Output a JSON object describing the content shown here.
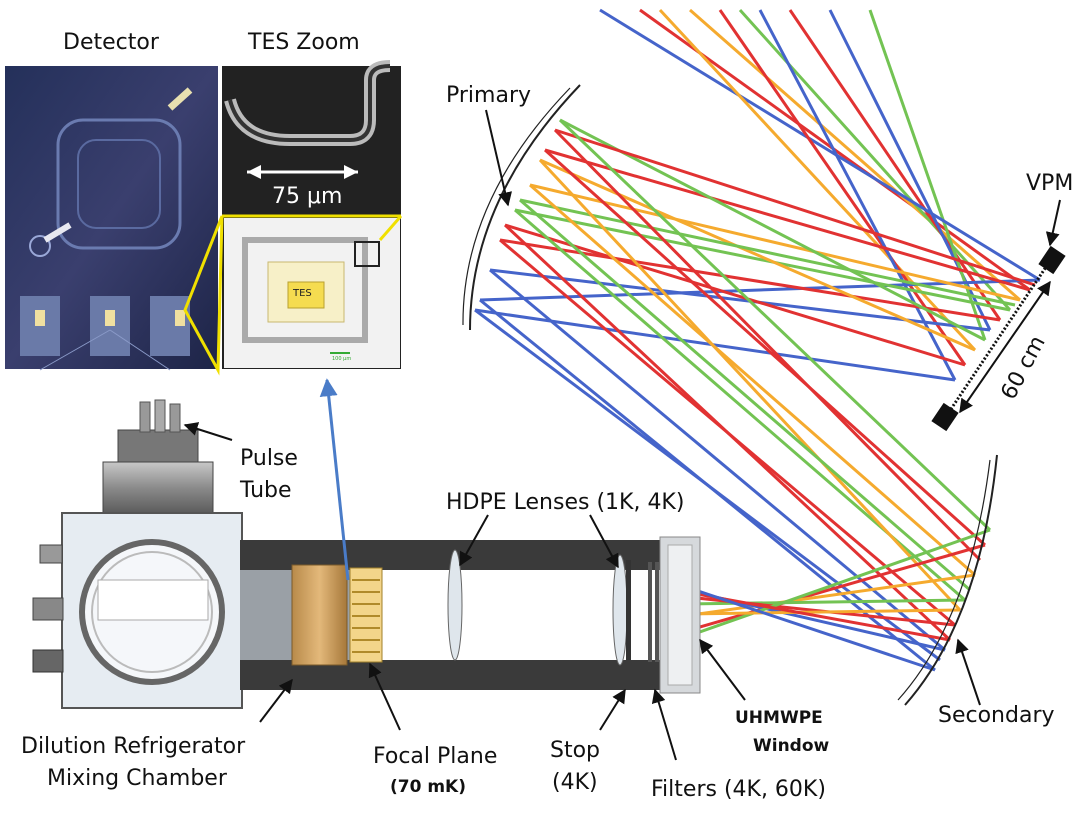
{
  "labels": {
    "detector": "Detector",
    "tes_zoom": "TES Zoom",
    "scale_75": "75 μm",
    "tes_chip": "TES",
    "primary": "Primary",
    "vpm": "VPM",
    "sixty_cm": "60 cm",
    "pulse_tube_line1": "Pulse",
    "pulse_tube_line2": "Tube",
    "hdpe_lenses": "HDPE Lenses (1K, 4K)",
    "dilution_line1": "Dilution Refrigerator",
    "dilution_line2": "Mixing Chamber",
    "focal_plane": "Focal Plane",
    "focal_temp": "(70 mK)",
    "stop_line1": "Stop",
    "stop_line2": "(4K)",
    "filters": "Filters (4K, 60K)",
    "uhmwpe_line1": "UHMWPE",
    "uhmwpe_line2": "Window",
    "secondary": "Secondary",
    "scale_bar": "100 μm"
  },
  "colors": {
    "ray_red": "#e02828",
    "ray_orange": "#f5a623",
    "ray_green": "#6cc04a",
    "ray_blue": "#3c5cc8",
    "highlight_yellow": "#f0e000",
    "arrow_blue": "#4a7cc8",
    "mirror": "#222222"
  },
  "icons": {
    "optical_diagram": "telescope-optics-diagram",
    "detector_photo": "detector-chip-image",
    "tes_photo": "tes-micrograph-image",
    "cryostat": "cryostat-drawing"
  }
}
